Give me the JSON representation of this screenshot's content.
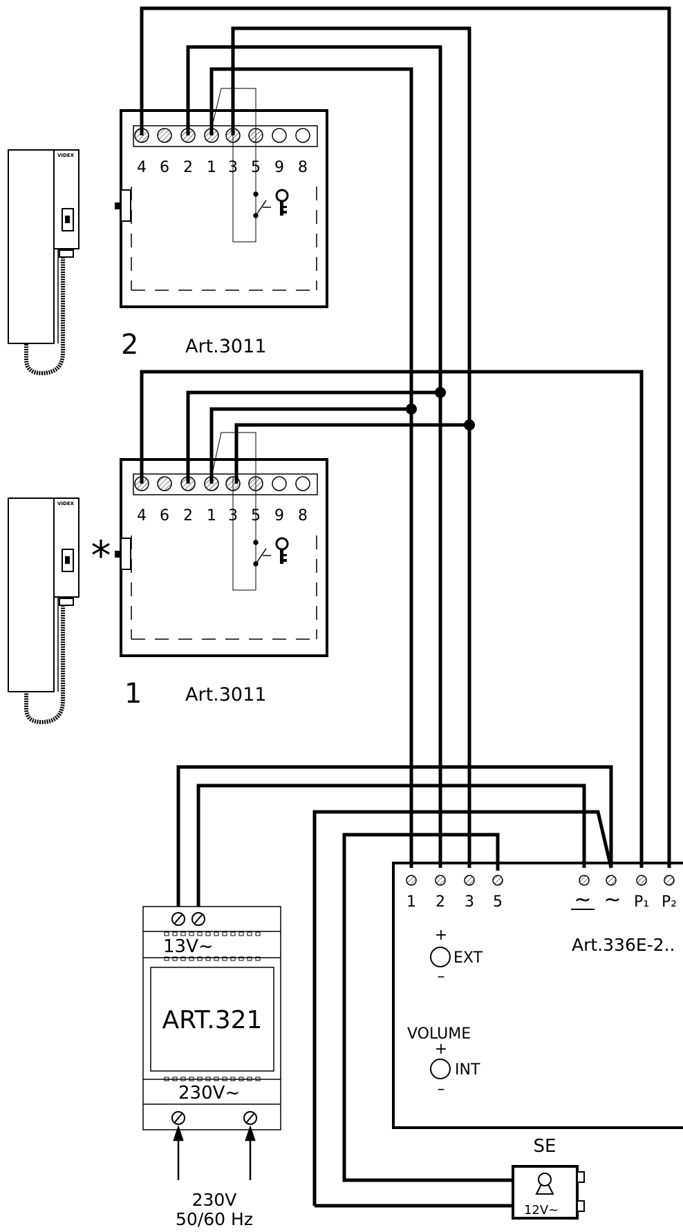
{
  "handsets": [
    {
      "brand": "VIDEX",
      "terminals": [
        "4",
        "6",
        "2",
        "1",
        "3",
        "5",
        "9",
        "8"
      ],
      "number": "2",
      "model": "Art.3011"
    },
    {
      "brand": "VIDEX",
      "terminals": [
        "4",
        "6",
        "2",
        "1",
        "3",
        "5",
        "9",
        "8"
      ],
      "number": "1",
      "model": "Art.3011",
      "asterisk": "*"
    }
  ],
  "panel": {
    "terminals": [
      "1",
      "2",
      "3",
      "5",
      "~",
      "~",
      "P₁",
      "P₂"
    ],
    "model": "Art.336E-2..",
    "ext_plus": "+",
    "ext_label": "EXT",
    "ext_minus": "–",
    "volume_label": "VOLUME",
    "int_plus": "+",
    "int_label": "INT",
    "int_minus": "–"
  },
  "transformer": {
    "output": "13V~",
    "model": "ART.321",
    "input": "230V~"
  },
  "mains": {
    "voltage": "230V",
    "frequency": "50/60 Hz"
  },
  "lock": {
    "label": "SE",
    "voltage": "12V~"
  }
}
